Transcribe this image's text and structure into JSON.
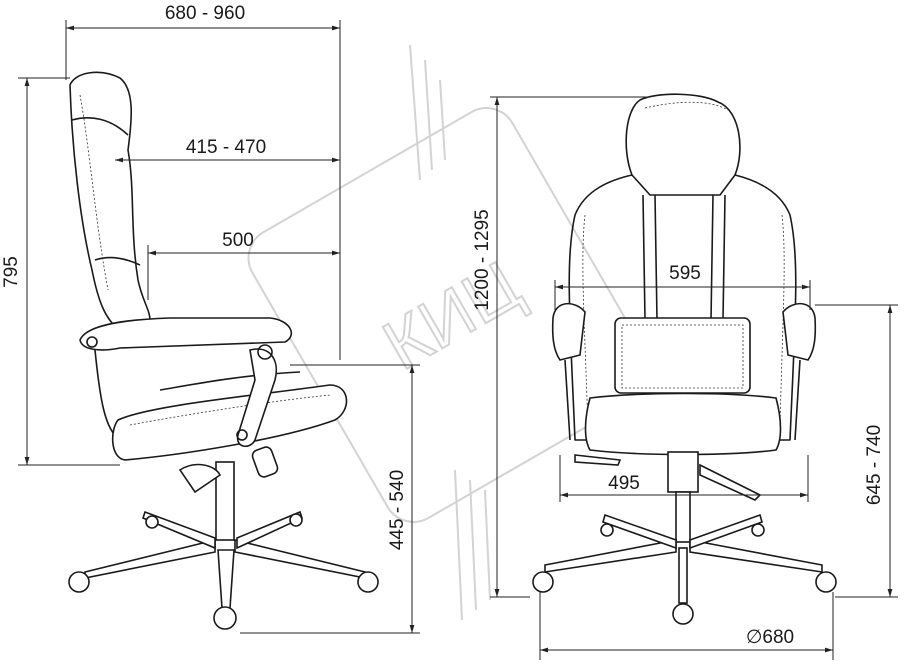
{
  "title": "Chair dimensions drawing",
  "watermark": "КИЦ",
  "side_view": {
    "overall_depth": "680 - 960",
    "backrest_to_front": "415 - 470",
    "seat_depth": "500",
    "back_height": "795",
    "seat_height": "445 - 540"
  },
  "front_view": {
    "total_height": "1200 - 1295",
    "width_armrests": "595",
    "seat_width": "495",
    "armrest_height": "645 - 740",
    "base_diameter": "∅680"
  }
}
